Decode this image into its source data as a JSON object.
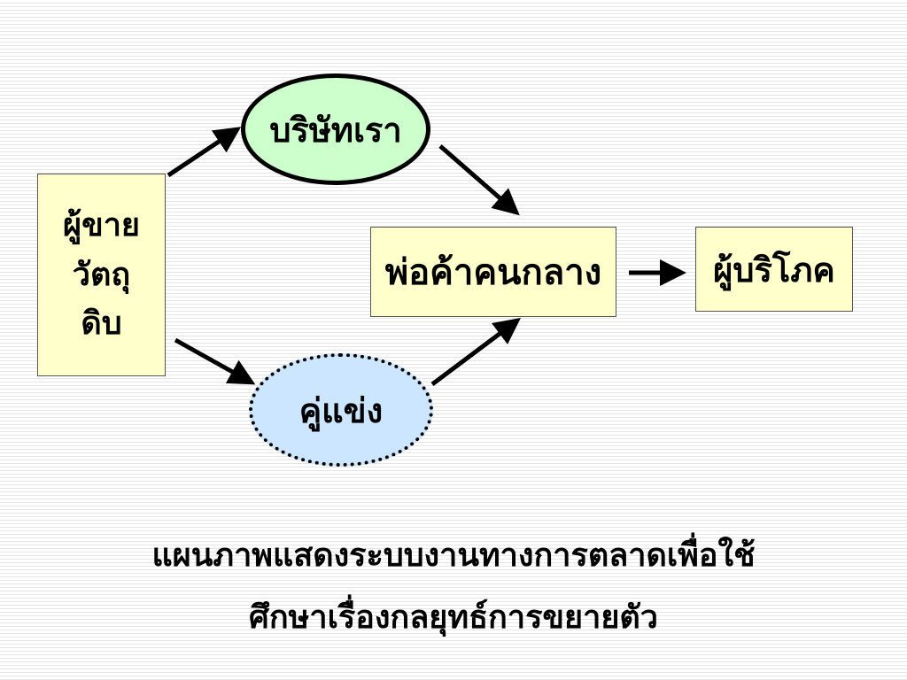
{
  "nodes": {
    "seller": {
      "lines": [
        "ผู้ขาย",
        "วัตถุ",
        "ดิบ"
      ]
    },
    "company": {
      "label": "บริษัทเรา"
    },
    "competitor": {
      "label": "คู่แข่ง"
    },
    "middleman": {
      "label": "พ่อค้าคนกลาง"
    },
    "consumer": {
      "label": "ผู้บริโภค"
    }
  },
  "caption": {
    "line1": "แผนภาพแสดงระบบงานทางการตลาดเพื่อใช้",
    "line2": "ศึกษาเรื่องกลยุทธ์การขยายตัว"
  },
  "colors": {
    "box_fill": "#ffffcc",
    "company_fill": "#ccffcc",
    "competitor_fill": "#cce6ff",
    "arrow": "#000000"
  }
}
